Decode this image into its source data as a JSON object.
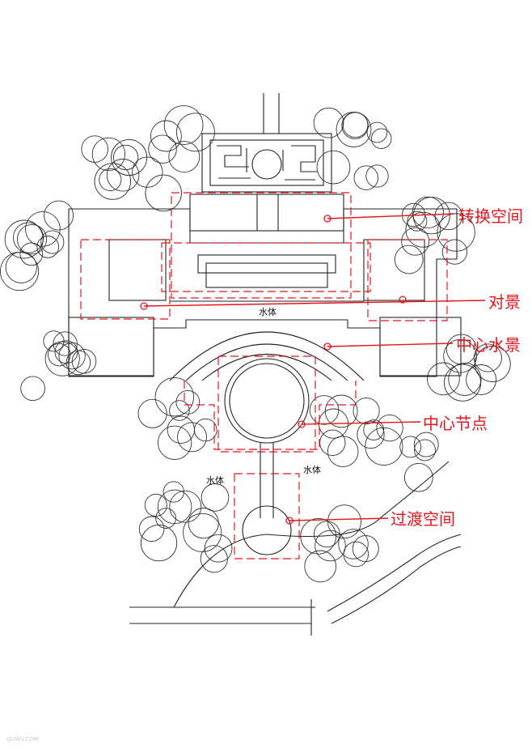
{
  "annotations": {
    "transition_space": "转换空间",
    "opposite_view": "对景",
    "central_waterscape": "中心水景",
    "central_node": "中心节点",
    "transitional_space": "过渡空间"
  },
  "water_labels": {
    "top": "水体",
    "left": "水体",
    "right": "水体"
  },
  "watermark": "QUWV.COM",
  "colors": {
    "annotation_red": "#e8141c",
    "ink": "#222222"
  }
}
